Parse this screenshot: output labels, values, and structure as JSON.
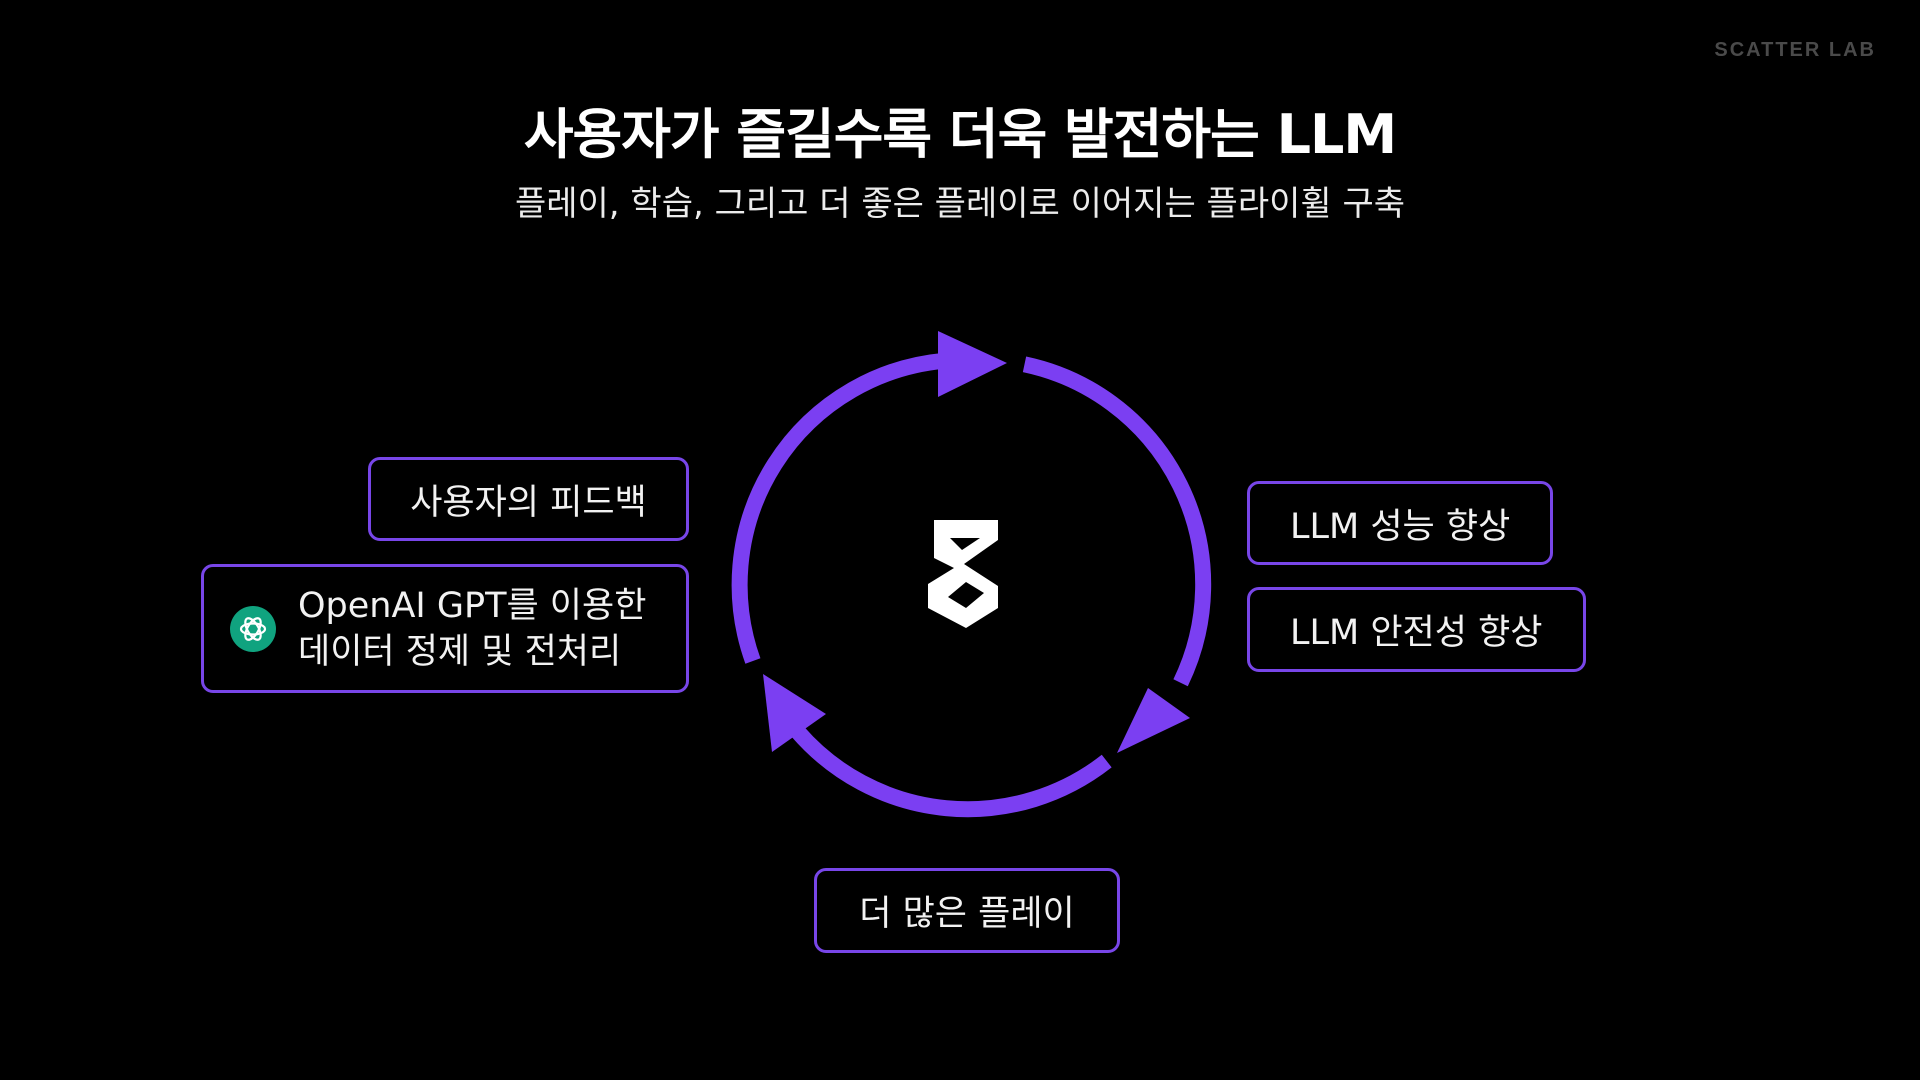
{
  "brand": "SCATTER LAB",
  "title": "사용자가 즐길수록 더욱 발전하는 LLM",
  "subtitle": "플레이, 학습, 그리고 더 좋은 플레이로 이어지는 플라이휠 구축",
  "colors": {
    "background": "#000000",
    "arrow": "#7b3ff2",
    "box_border": "#7846e8",
    "openai_badge": "#10a37f",
    "brand": "#4a4a4a"
  },
  "center_logo": {
    "icon": "zeta-logo-icon"
  },
  "left": {
    "feedback_label": "사용자의 피드백",
    "gpt_icon": "openai-icon",
    "gpt_line1": "OpenAI GPT를 이용한",
    "gpt_line2": "데이터 정제 및 전처리"
  },
  "right": {
    "performance_label": "LLM 성능 향상",
    "safety_label": "LLM 안전성 향상"
  },
  "bottom": {
    "play_label": "더 많은 플레이"
  }
}
